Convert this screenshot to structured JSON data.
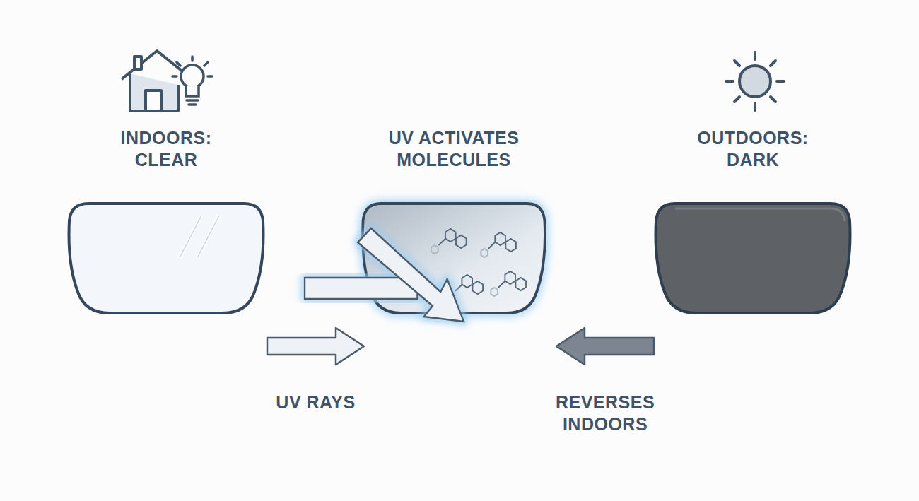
{
  "diagram": {
    "nodes": [
      {
        "text": [
          "INDOORS: CLEAR"
        ]
      },
      {
        "text": [
          "UV ACTIVATES MOLECULES"
        ]
      },
      {
        "text": [
          "OUTDOORS: DARK"
        ]
      }
    ],
    "edges": [
      {
        "from": 0,
        "to": 1,
        "label": "UV RAYS",
        "arrow": "to"
      },
      {
        "from": 2,
        "to": 1,
        "label": "REVERSES INDOORS",
        "arrow": "to"
      }
    ]
  }
}
